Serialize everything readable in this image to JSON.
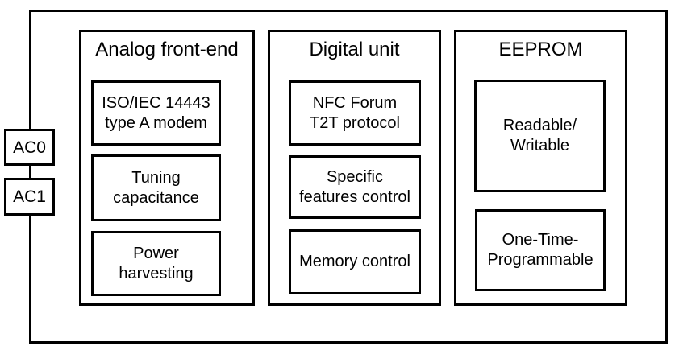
{
  "diagram": {
    "pins": [
      {
        "label": "AC0"
      },
      {
        "label": "AC1"
      }
    ],
    "sections": [
      {
        "title": "Analog front-end",
        "blocks": [
          "ISO/IEC 14443\ntype A modem",
          "Tuning\ncapacitance",
          "Power\nharvesting"
        ]
      },
      {
        "title": "Digital unit",
        "blocks": [
          "NFC Forum\nT2T protocol",
          "Specific\nfeatures control",
          "Memory control"
        ]
      },
      {
        "title": "EEPROM",
        "blocks": [
          "Readable/\nWritable",
          "One-Time-\nProgrammable"
        ]
      }
    ],
    "colors": {
      "line": "#000000",
      "background": "#ffffff"
    }
  }
}
